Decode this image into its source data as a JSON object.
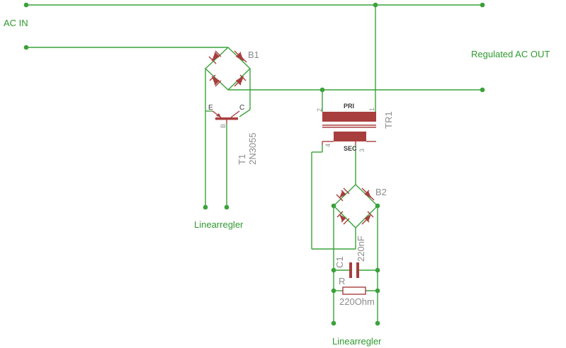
{
  "labels": {
    "ac_in": "AC IN",
    "regulated_ac_out": "Regulated AC OUT",
    "linearregler_top": "Linearregler",
    "linearregler_bottom": "Linearregler"
  },
  "bridge1": {
    "name": "B1"
  },
  "bridge2": {
    "name": "B2"
  },
  "transistor": {
    "name": "T1",
    "value": "2N3055",
    "pin_e": "E",
    "pin_b": "B",
    "pin_c": "C"
  },
  "transformer": {
    "name": "TR1",
    "pri_label": "PRI",
    "sec_label": "SEC",
    "pin_1": "1",
    "pin_2": "2",
    "pin_3": "3",
    "pin_4": "4"
  },
  "capacitor": {
    "name": "C1",
    "value": "220nF"
  },
  "resistor": {
    "name": "R",
    "value": "220Ohm"
  },
  "colors": {
    "wire": "#3aa23a",
    "component": "#a83e3e",
    "label_gray": "#8c8c8c"
  }
}
